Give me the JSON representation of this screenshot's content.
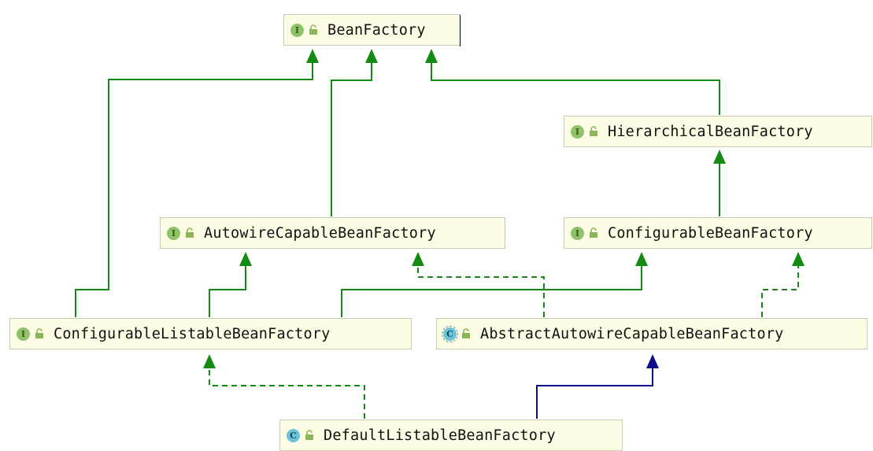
{
  "nodes": {
    "bean_factory": {
      "kind": "interface",
      "badge": "I",
      "name": "BeanFactory"
    },
    "hierarchical_bean_factory": {
      "kind": "interface",
      "badge": "I",
      "name": "HierarchicalBeanFactory"
    },
    "autowire_capable_bean_factory": {
      "kind": "interface",
      "badge": "I",
      "name": "AutowireCapableBeanFactory"
    },
    "configurable_bean_factory": {
      "kind": "interface",
      "badge": "I",
      "name": "ConfigurableBeanFactory"
    },
    "configurable_listable_bean_factory": {
      "kind": "interface",
      "badge": "I",
      "name": "ConfigurableListableBeanFactory"
    },
    "abstract_autowire_capable_bean_factory": {
      "kind": "abstract-class",
      "badge": "C",
      "name": "AbstractAutowireCapableBeanFactory"
    },
    "default_listable_bean_factory": {
      "kind": "class",
      "badge": "C",
      "name": "DefaultListableBeanFactory"
    }
  },
  "edges": [
    {
      "from": "configurable_listable_bean_factory",
      "to": "bean_factory",
      "type": "extends"
    },
    {
      "from": "autowire_capable_bean_factory",
      "to": "bean_factory",
      "type": "extends"
    },
    {
      "from": "hierarchical_bean_factory",
      "to": "bean_factory",
      "type": "extends"
    },
    {
      "from": "configurable_bean_factory",
      "to": "hierarchical_bean_factory",
      "type": "extends"
    },
    {
      "from": "configurable_listable_bean_factory",
      "to": "autowire_capable_bean_factory",
      "type": "extends"
    },
    {
      "from": "configurable_listable_bean_factory",
      "to": "configurable_bean_factory",
      "type": "extends"
    },
    {
      "from": "abstract_autowire_capable_bean_factory",
      "to": "autowire_capable_bean_factory",
      "type": "implements"
    },
    {
      "from": "abstract_autowire_capable_bean_factory",
      "to": "configurable_bean_factory",
      "type": "implements"
    },
    {
      "from": "default_listable_bean_factory",
      "to": "configurable_listable_bean_factory",
      "type": "implements"
    },
    {
      "from": "default_listable_bean_factory",
      "to": "abstract_autowire_capable_bean_factory",
      "type": "class-extends"
    }
  ],
  "colors": {
    "interface_edge": "#138a13",
    "class_edge": "#0b0b8c",
    "node_background": "#fdfde6",
    "node_border": "#c9c9b8",
    "interface_badge": "#8fc36a",
    "class_badge": "#6cc3d8",
    "lock_icon": "#8bb65a"
  }
}
